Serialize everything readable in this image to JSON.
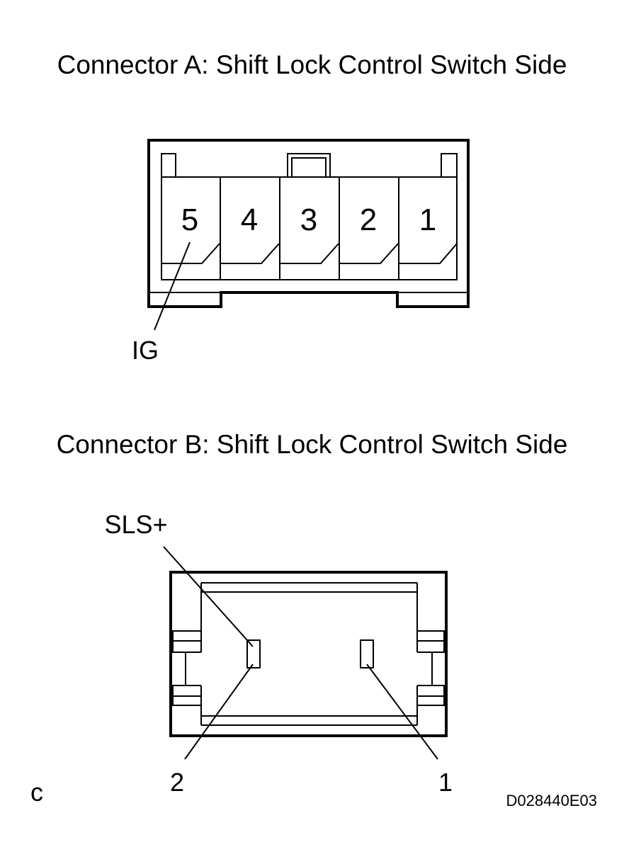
{
  "connector_a": {
    "title": "Connector A: Shift Lock Control Switch Side",
    "pins": [
      "5",
      "4",
      "3",
      "2",
      "1"
    ],
    "callout": "IG"
  },
  "connector_b": {
    "title": "Connector B: Shift Lock Control Switch Side",
    "callout_top": "SLS+",
    "pin_left": "2",
    "pin_right": "1"
  },
  "footer": {
    "corner_mark": "c",
    "figure_id": "D028440E03"
  }
}
